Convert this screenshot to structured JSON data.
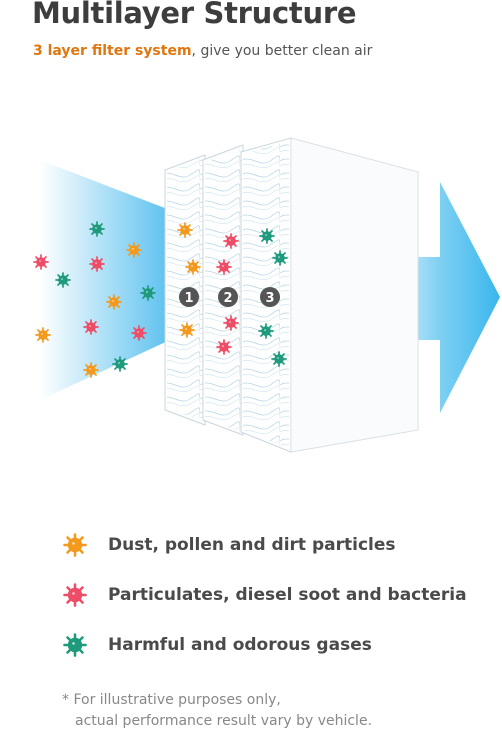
{
  "title": "Multilayer Structure",
  "subtitle": {
    "highlight": "3 layer filter system",
    "rest": ", give you better clean air"
  },
  "layers": [
    "1",
    "2",
    "3"
  ],
  "legend": [
    {
      "label": "Dust, pollen and dirt particles",
      "color": "#f39a1e",
      "icon": "dust-particle-icon"
    },
    {
      "label": "Particulates, diesel soot and bacteria",
      "color": "#ee4d67",
      "icon": "bacteria-particle-icon"
    },
    {
      "label": "Harmful and odorous gases",
      "color": "#1f9a7c",
      "icon": "gas-particle-icon"
    }
  ],
  "footnote": {
    "line1": "* For illustrative purposes only,",
    "line2": "actual performance result vary by vehicle."
  }
}
